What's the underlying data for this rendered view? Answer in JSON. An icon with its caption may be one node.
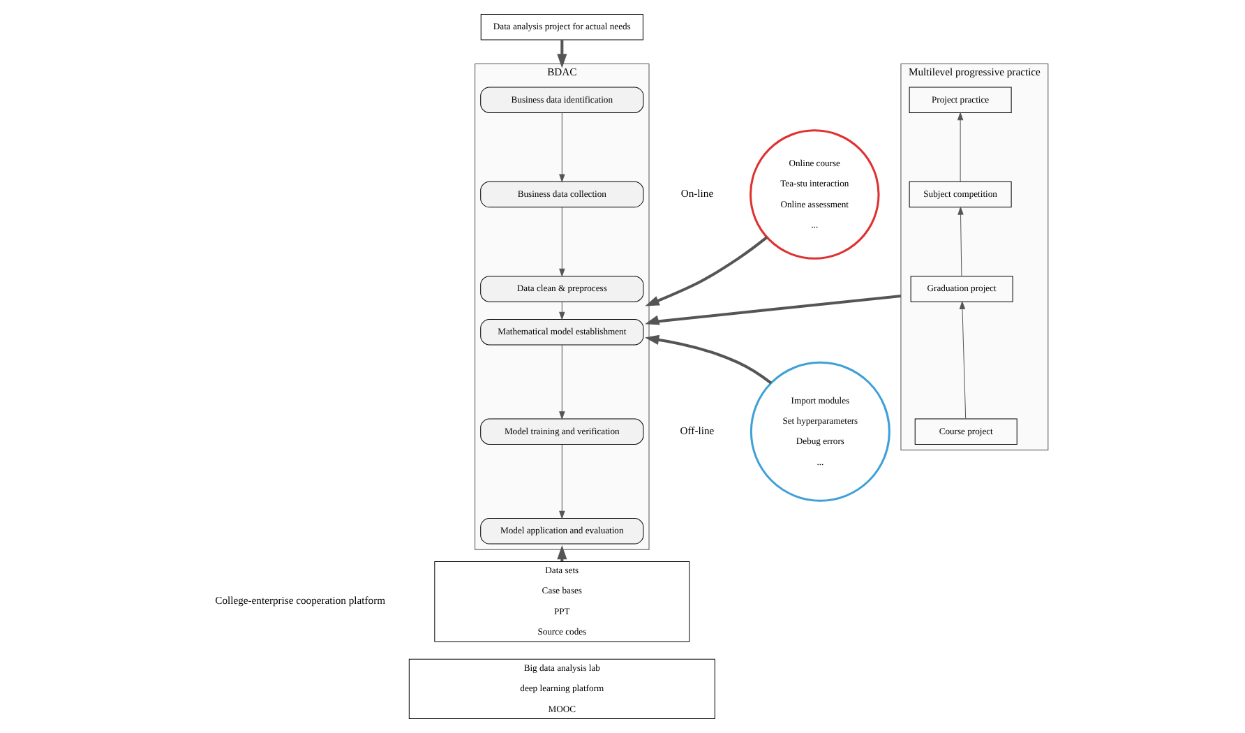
{
  "diagram": {
    "nodes": [
      {
        "text": [
          "Data analysis project for actual needs"
        ]
      },
      {
        "text": [
          "BDAC"
        ]
      },
      {
        "text": [
          "Business data identification"
        ],
        "in": 1
      },
      {
        "text": [
          "Business data collection"
        ],
        "in": 1
      },
      {
        "text": [
          "Data clean & preprocess"
        ],
        "in": 1
      },
      {
        "text": [
          "Mathematical model establishment"
        ],
        "in": 1
      },
      {
        "text": [
          "Model training and verification"
        ],
        "in": 1
      },
      {
        "text": [
          "Model application and evaluation"
        ],
        "in": 1
      },
      {
        "text": [
          "Online course",
          "Tea-stu interaction",
          "Online assessment",
          "..."
        ],
        "beside": [
          "On-line"
        ]
      },
      {
        "text": [
          "Import modules",
          "Set hyperparameters",
          "Debug errors",
          "..."
        ],
        "beside": [
          "Off-line"
        ]
      },
      {
        "text": [
          "Multilevel progressive practice"
        ]
      },
      {
        "text": [
          "Project practice"
        ],
        "in": 10
      },
      {
        "text": [
          "Subject competition"
        ],
        "in": 10
      },
      {
        "text": [
          "Graduation project"
        ],
        "in": 10
      },
      {
        "text": [
          "Course project"
        ],
        "in": 10
      },
      {
        "text": [
          "Data sets",
          "Case bases",
          "PPT",
          "Source codes"
        ]
      },
      {
        "text": [
          "Big data analysis lab",
          "deep learning platform",
          "MOOC"
        ]
      }
    ],
    "edges": [
      {
        "from": 0,
        "to": 1,
        "arrow": "to",
        "style": "thick"
      },
      {
        "from": 2,
        "to": 3,
        "arrow": "to"
      },
      {
        "from": 3,
        "to": 4,
        "arrow": "to"
      },
      {
        "from": 4,
        "to": 5,
        "arrow": "to"
      },
      {
        "from": 5,
        "to": 6,
        "arrow": "to"
      },
      {
        "from": 6,
        "to": 7,
        "arrow": "to"
      },
      {
        "from": 8,
        "to": 1,
        "arrow": "to",
        "style": "thick"
      },
      {
        "from": 9,
        "to": 1,
        "arrow": "to",
        "style": "thick"
      },
      {
        "from": 14,
        "to": 13,
        "arrow": "to"
      },
      {
        "from": 13,
        "to": 12,
        "arrow": "to"
      },
      {
        "from": 12,
        "to": 11,
        "arrow": "to"
      },
      {
        "from": 10,
        "to": 1,
        "arrow": "to",
        "style": "thick"
      },
      {
        "from": 15,
        "to": 1,
        "arrow": "to",
        "style": "thick"
      }
    ],
    "labels": [
      "College-enterprise cooperation platform"
    ]
  }
}
